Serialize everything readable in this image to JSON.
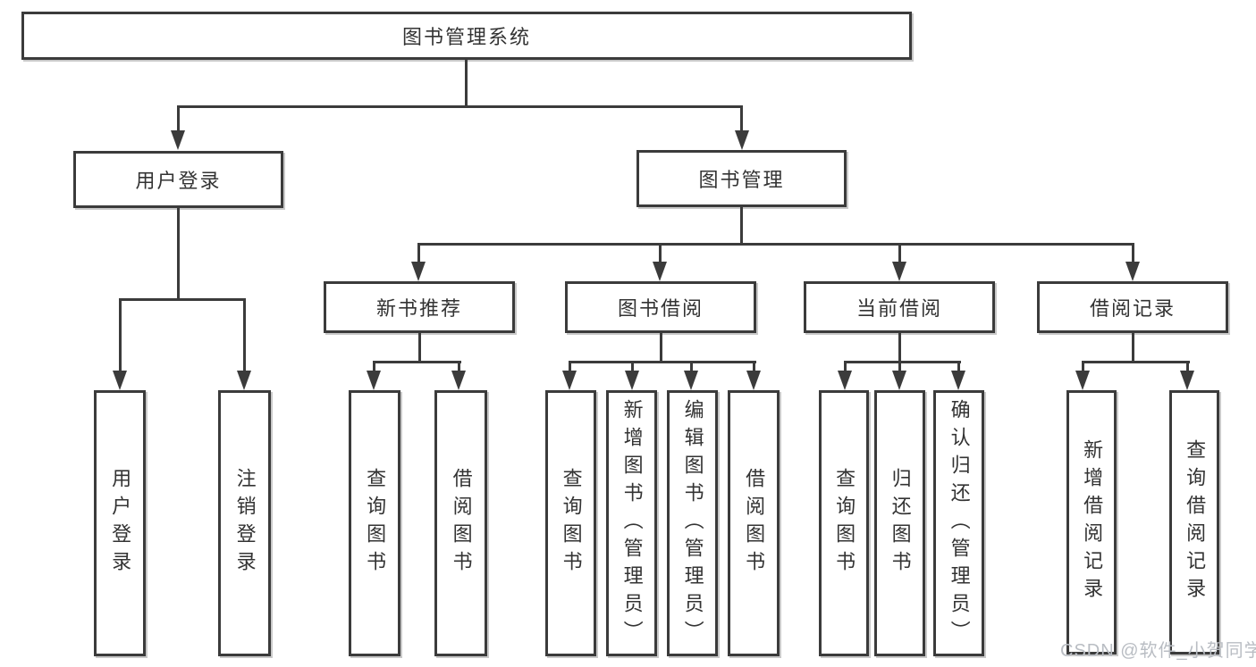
{
  "diagram": {
    "root": {
      "label": "图书管理系统"
    },
    "level2": [
      {
        "label": "用户登录"
      },
      {
        "label": "图书管理"
      }
    ],
    "level3": [
      {
        "label": "新书推荐"
      },
      {
        "label": "图书借阅"
      },
      {
        "label": "当前借阅"
      },
      {
        "label": "借阅记录"
      }
    ],
    "leaves": [
      {
        "label": "用户登录"
      },
      {
        "label": "注销登录"
      },
      {
        "label": "查询图书"
      },
      {
        "label": "借阅图书"
      },
      {
        "label": "查询图书"
      },
      {
        "label": "新增图书（管理员）"
      },
      {
        "label": "编辑图书（管理员）"
      },
      {
        "label": "借阅图书"
      },
      {
        "label": "查询图书"
      },
      {
        "label": "归还图书"
      },
      {
        "label": "确认归还（管理员）"
      },
      {
        "label": "新增借阅记录"
      },
      {
        "label": "查询借阅记录"
      }
    ],
    "watermark": "CSDN @软件_小贺同学",
    "colors": {
      "line": "#3b3b3b",
      "text": "#333333",
      "watermark": "#b9bdc3",
      "background": "#ffffff",
      "box_bg": "#ffffff"
    }
  }
}
